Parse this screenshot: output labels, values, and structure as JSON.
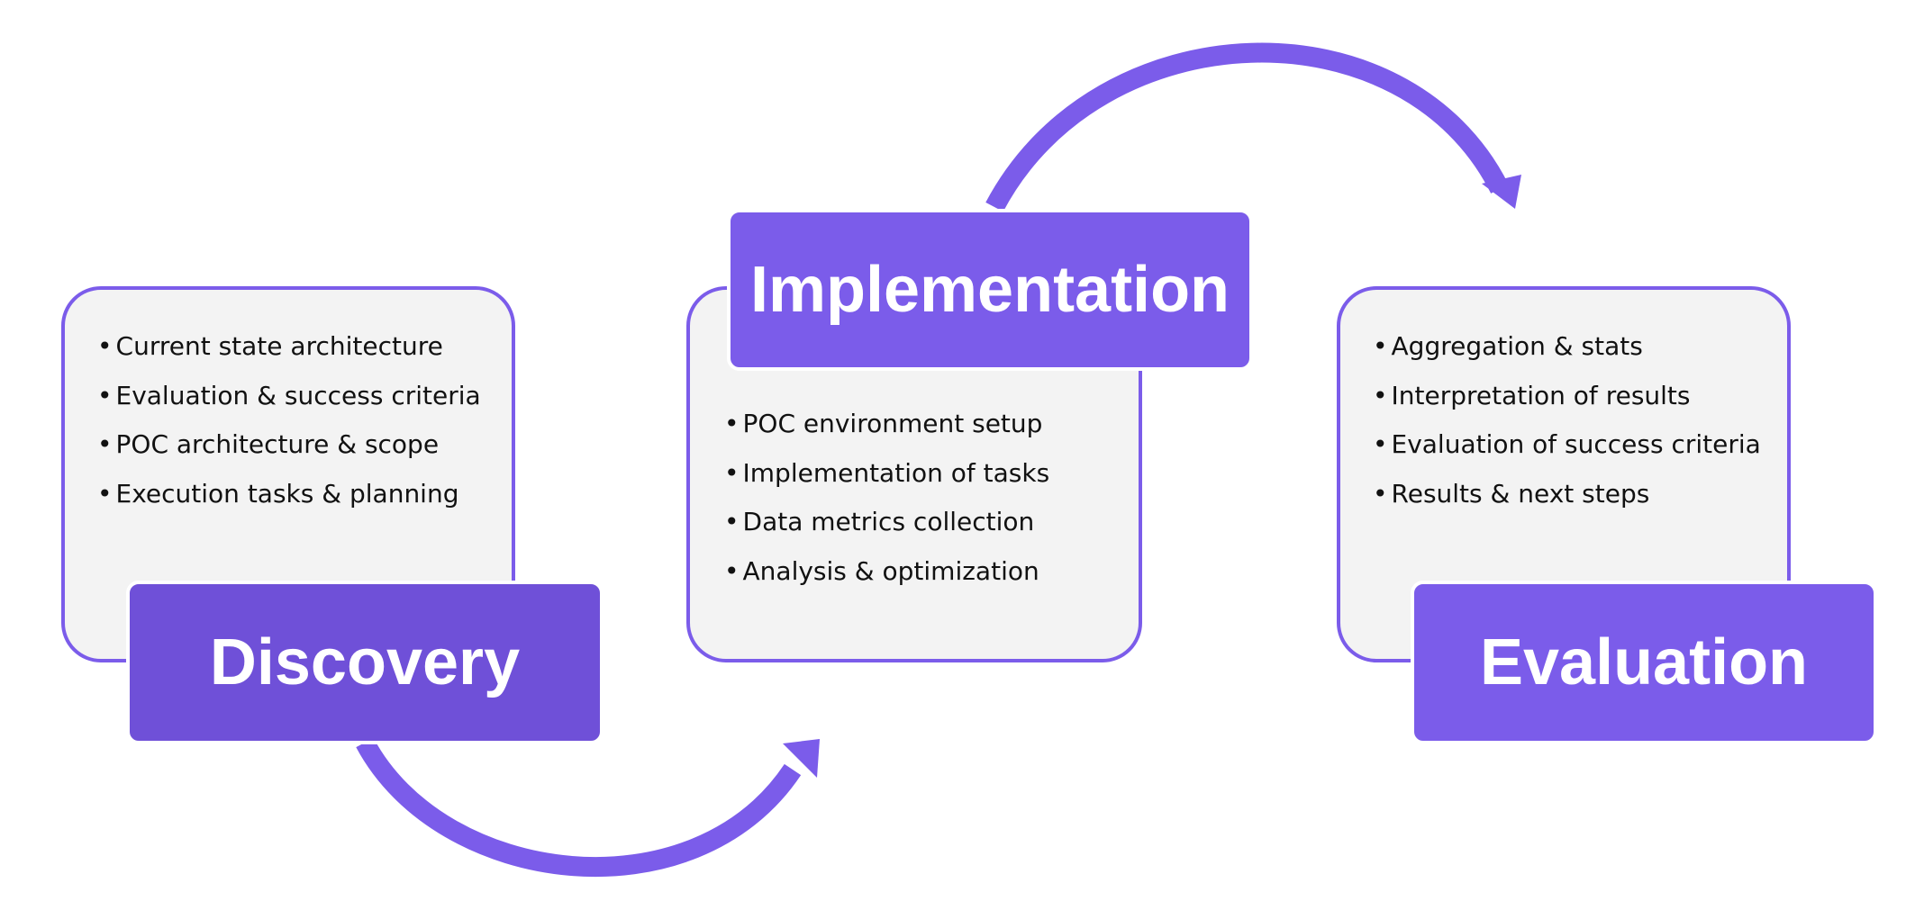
{
  "colors": {
    "accent": "#7b5cea",
    "discovery_label": "#6f50d8",
    "card_background": "#f3f3f3",
    "label_text": "#ffffff"
  },
  "phases": {
    "discovery": {
      "label": "Discovery",
      "items": [
        "Current state architecture",
        "Evaluation & success criteria",
        "POC architecture & scope",
        "Execution tasks & planning"
      ]
    },
    "implementation": {
      "label": "Implementation",
      "items": [
        "POC environment setup",
        "Implementation of tasks",
        "Data metrics collection",
        "Analysis & optimization"
      ]
    },
    "evaluation": {
      "label": "Evaluation",
      "items": [
        "Aggregation & stats",
        "Interpretation of results",
        "Evaluation of success criteria",
        "Results & next steps"
      ]
    }
  },
  "connectors": [
    {
      "from": "discovery",
      "to": "implementation"
    },
    {
      "from": "implementation",
      "to": "evaluation"
    }
  ]
}
